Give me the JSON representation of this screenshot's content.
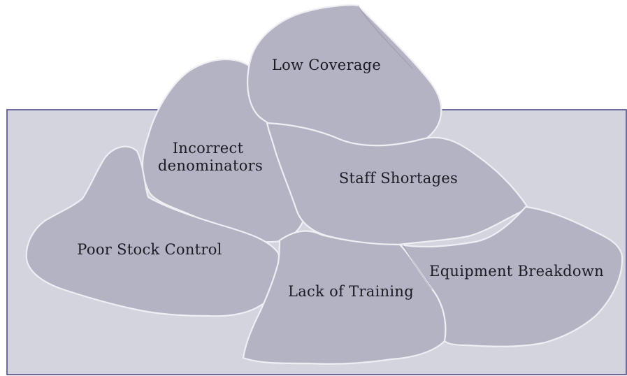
{
  "diagram": {
    "rocks": [
      {
        "id": "low-coverage",
        "lines": [
          "Low Coverage"
        ]
      },
      {
        "id": "incorrect-denominators",
        "lines": [
          "Incorrect",
          "denominators"
        ]
      },
      {
        "id": "staff-shortages",
        "lines": [
          "Staff Shortages"
        ]
      },
      {
        "id": "poor-stock-control",
        "lines": [
          "Poor Stock Control"
        ]
      },
      {
        "id": "lack-of-training",
        "lines": [
          "Lack of Training"
        ]
      },
      {
        "id": "equipment-breakdown",
        "lines": [
          "Equipment Breakdown"
        ]
      }
    ]
  },
  "colors": {
    "water_fill": "#d4d4de",
    "water_line": "#4d4d86",
    "rock_fill": "#b3b3c3",
    "rock_edge": "#eeeef3",
    "label_text": "#1b1b24"
  }
}
